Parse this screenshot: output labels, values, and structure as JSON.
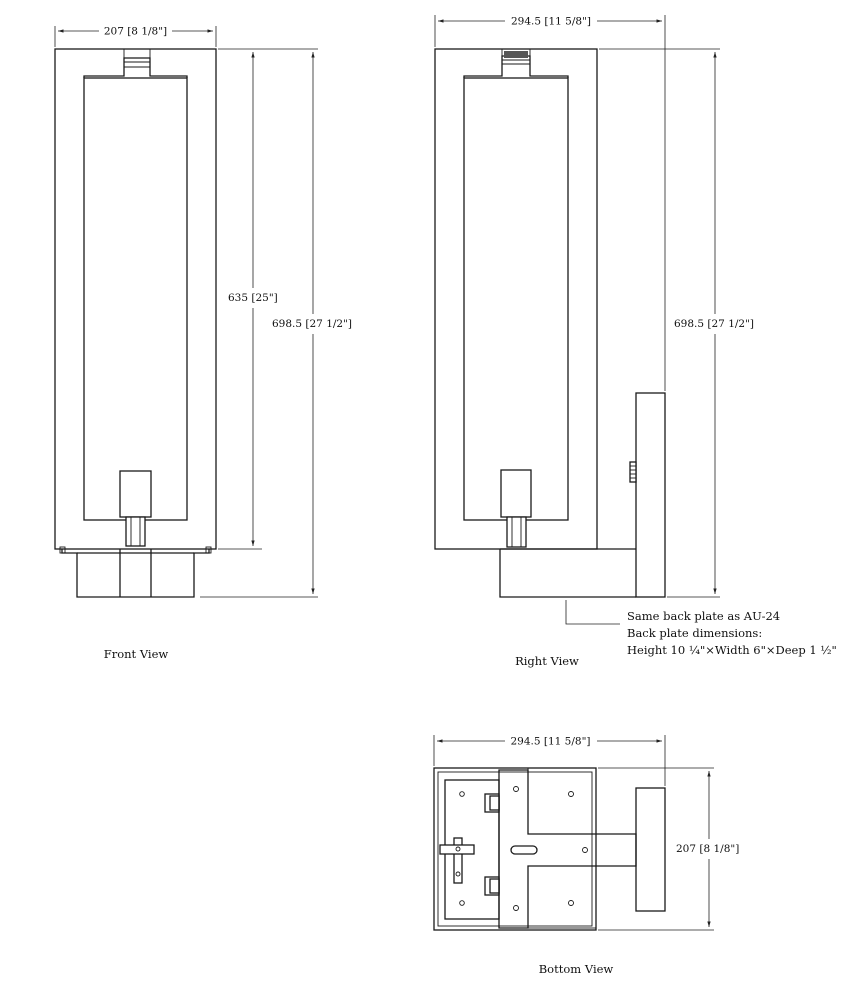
{
  "views": {
    "front": {
      "caption": "Front View",
      "dims": {
        "width": "207 [8 1/8\"]",
        "height_inner": "635 [25\"]",
        "height_total": "698.5 [27 1/2\"]"
      }
    },
    "right": {
      "caption": "Right View",
      "dims": {
        "width": "294.5 [11 5/8\"]",
        "height_total": "698.5 [27 1/2\"]"
      },
      "note": {
        "line1": "Same back plate as AU-24",
        "line2": "Back plate dimensions:",
        "line3": "Height 10 ¼\"×Width 6\"×Deep 1 ½\""
      }
    },
    "bottom": {
      "caption": "Bottom View",
      "dims": {
        "width": "294.5 [11 5/8\"]",
        "depth": "207 [8 1/8\"]"
      }
    }
  }
}
